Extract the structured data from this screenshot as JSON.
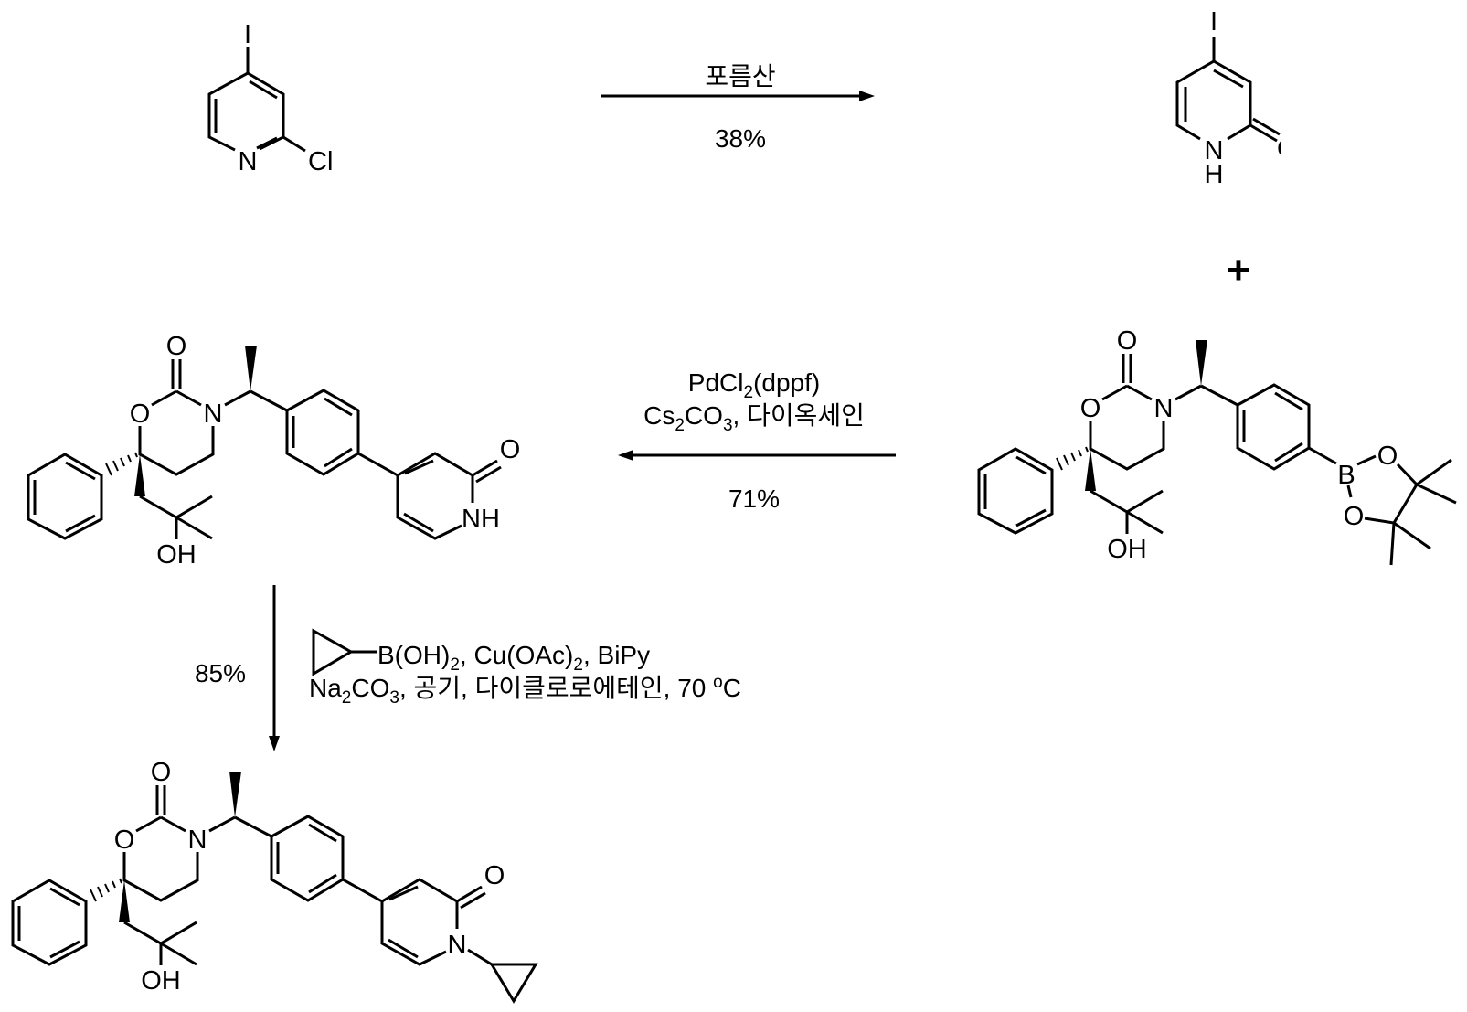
{
  "atoms": {
    "O": "O",
    "N": "N",
    "NH": "NH",
    "OH": "OH",
    "H": "H",
    "I": "I",
    "Cl": "Cl",
    "B": "B"
  },
  "plus": "+",
  "step1": {
    "reagent": "포름산",
    "yield": "38%"
  },
  "step2": {
    "line1": {
      "a": "PdCl",
      "sub": "2",
      "b": "(dppf)"
    },
    "line2": {
      "a": "Cs",
      "sub1": "2",
      "b": "CO",
      "sub2": "3",
      "c": ", 다이옥세인"
    },
    "yield": "71%"
  },
  "step3": {
    "line1": {
      "a": "B(OH)",
      "sub1": "2",
      "b": ", Cu(OAc)",
      "sub2": "2",
      "c": ", BiPy"
    },
    "line2": {
      "a": "Na",
      "sub1": "2",
      "b": "CO",
      "sub2": "3",
      "c": ", 공기, 다이클로로에테인, 70 ",
      "sup": "o",
      "d": "C"
    },
    "yield": "85%"
  }
}
